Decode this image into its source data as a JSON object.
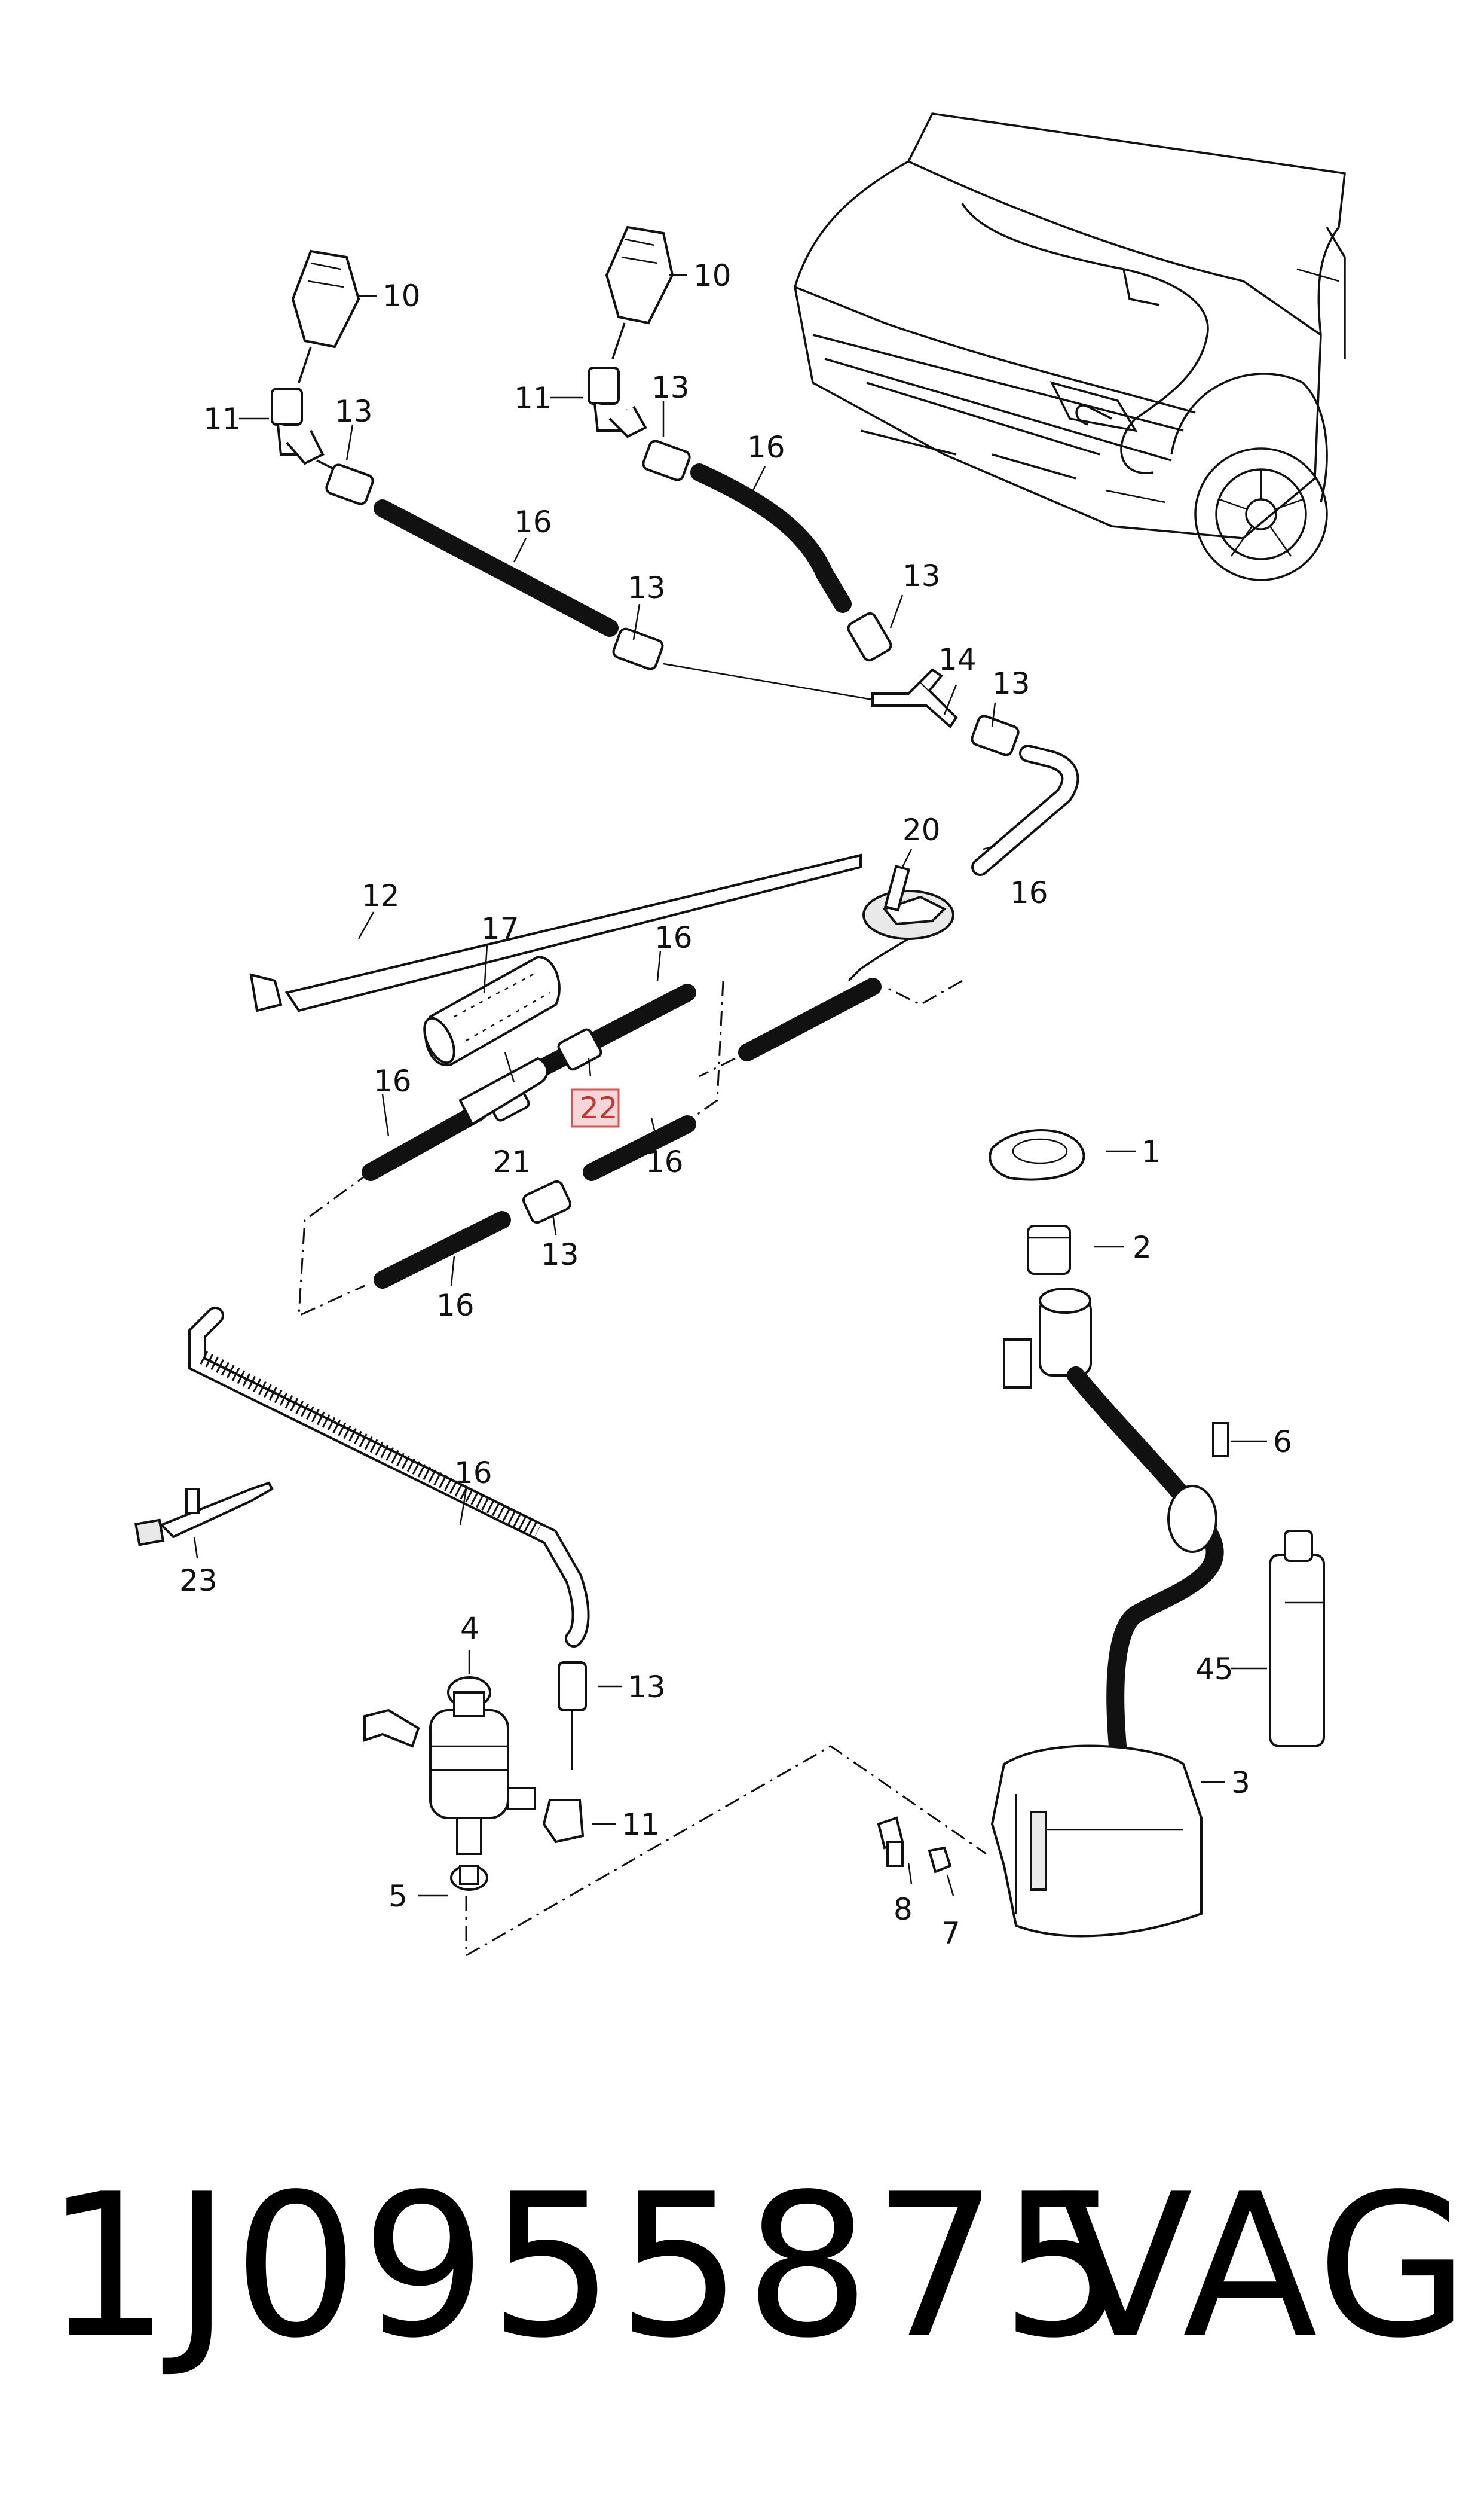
{
  "diagram": {
    "callouts": {
      "c1": "1",
      "c2": "2",
      "c3": "3",
      "c4": "4",
      "c5": "5",
      "c6": "6",
      "c7": "7",
      "c8": "8",
      "c10a": "10",
      "c10b": "10",
      "c11a": "11",
      "c11b": "11",
      "c11c": "11",
      "c12": "12",
      "c13a": "13",
      "c13b": "13",
      "c13c": "13",
      "c13d": "13",
      "c13e": "13",
      "c13f": "13",
      "c13g": "13",
      "c14": "14",
      "c16a": "16",
      "c16b": "16",
      "c16c": "16",
      "c16d": "16",
      "c16e": "16",
      "c16f": "16",
      "c16g": "16",
      "c17": "17",
      "c20": "20",
      "c21": "21",
      "c22": "22",
      "c23": "23",
      "c45": "45"
    },
    "highlighted_callout": "22",
    "highlight_color": "#d9534f"
  },
  "footer": {
    "part_number": "1J0955875",
    "brand": "VAG"
  }
}
